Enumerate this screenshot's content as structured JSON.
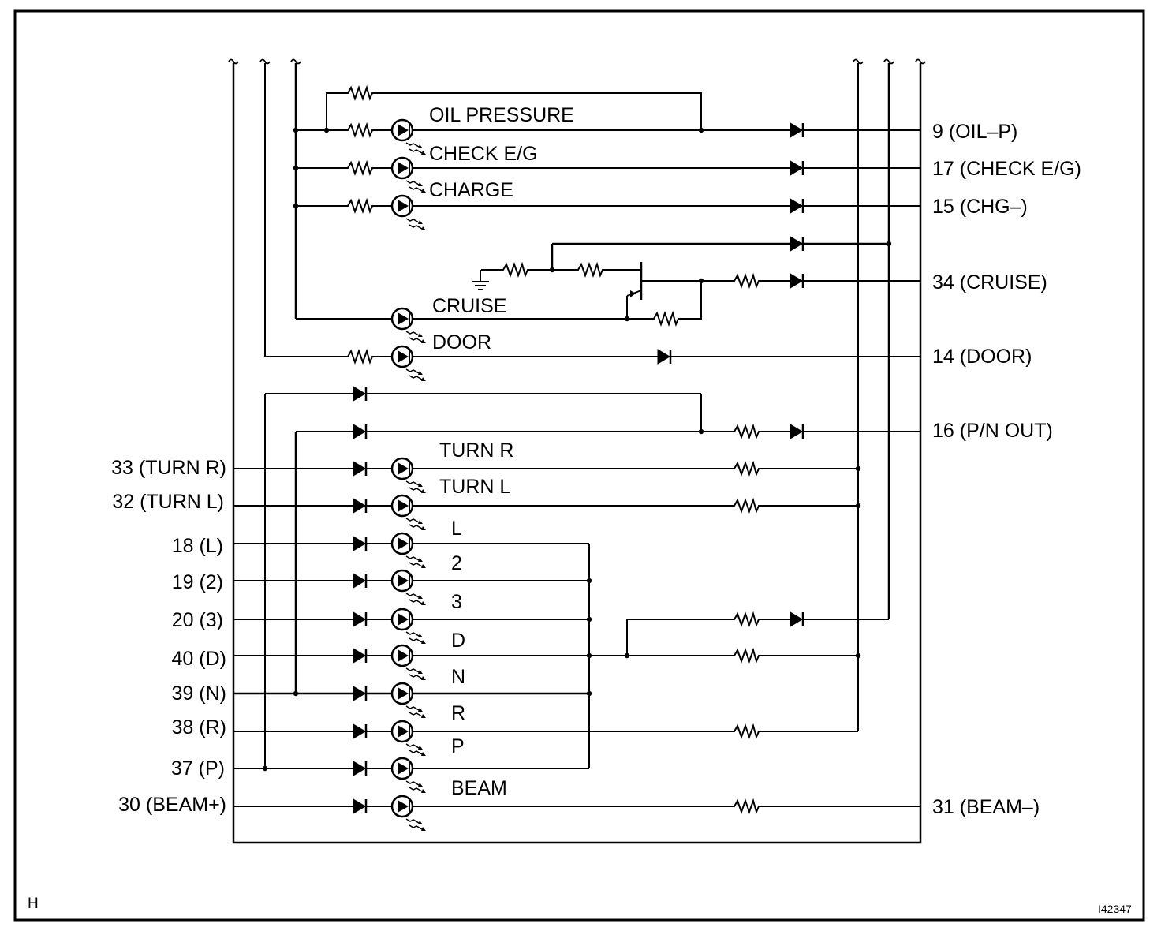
{
  "corner_letter": "H",
  "figure_id": "I42347",
  "left_pins": [
    "33 (TURN R)",
    "32 (TURN L)",
    "18 (L)",
    "19 (2)",
    "20 (3)",
    "40 (D)",
    "39 (N)",
    "38 (R)",
    "37 (P)",
    "30 (BEAM+)"
  ],
  "right_pins": [
    "9 (OIL–P)",
    "17 (CHECK E/G)",
    "15 (CHG–)",
    "34 (CRUISE)",
    "14 (DOOR)",
    "16 (P/N OUT)",
    "31 (BEAM–)"
  ],
  "indicator_labels": [
    "OIL PRESSURE",
    "CHECK E/G",
    "CHARGE",
    "CRUISE",
    "DOOR",
    "TURN R",
    "TURN L",
    "L",
    "2",
    "3",
    "D",
    "N",
    "R",
    "P",
    "BEAM"
  ]
}
